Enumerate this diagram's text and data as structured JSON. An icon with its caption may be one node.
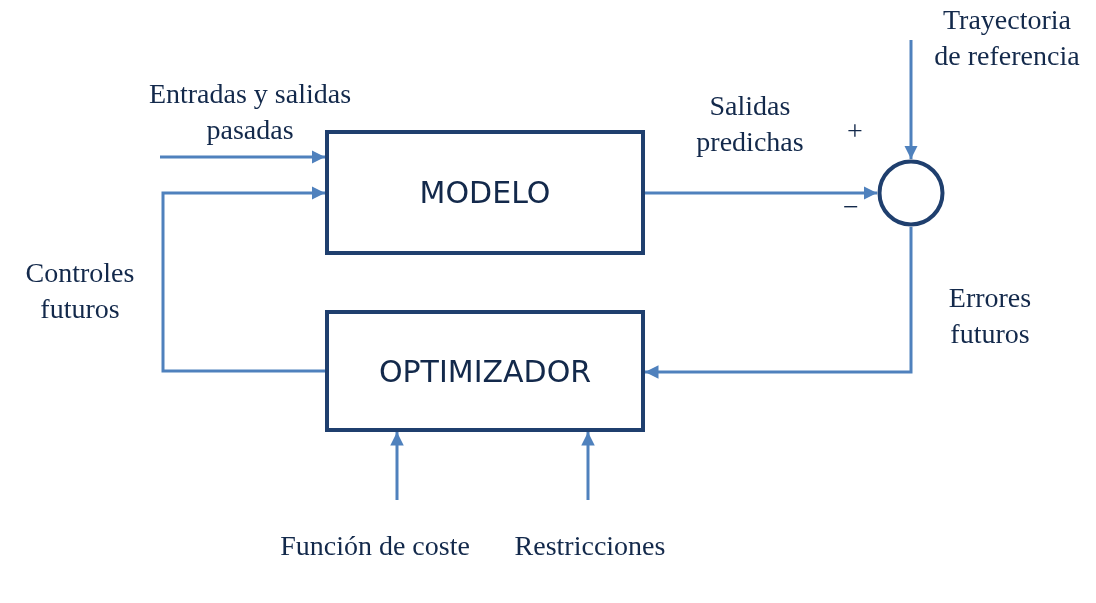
{
  "diagram": {
    "nodes": [
      {
        "text": [
          "MODELO"
        ]
      },
      {
        "text": [
          "OPTIMIZADOR"
        ]
      },
      {
        "text": [],
        "shape": "circle",
        "beside": [
          "+",
          "−"
        ]
      }
    ],
    "edges": [
      {
        "from": null,
        "to": 0,
        "arrow": "to",
        "label": "Entradas y salidas pasadas"
      },
      {
        "from": 1,
        "to": 0,
        "arrow": "to",
        "label": "Controles futuros"
      },
      {
        "from": 0,
        "to": 2,
        "arrow": "to",
        "label": "Salidas predichas"
      },
      {
        "from": null,
        "to": 2,
        "arrow": "to",
        "label": "Trayectoria de referencia"
      },
      {
        "from": 2,
        "to": 1,
        "arrow": "to",
        "label": "Errores futuros"
      },
      {
        "from": null,
        "to": 1,
        "arrow": "to",
        "label": "Función de coste"
      },
      {
        "from": null,
        "to": 1,
        "arrow": "to",
        "label": "Restricciones"
      }
    ]
  }
}
